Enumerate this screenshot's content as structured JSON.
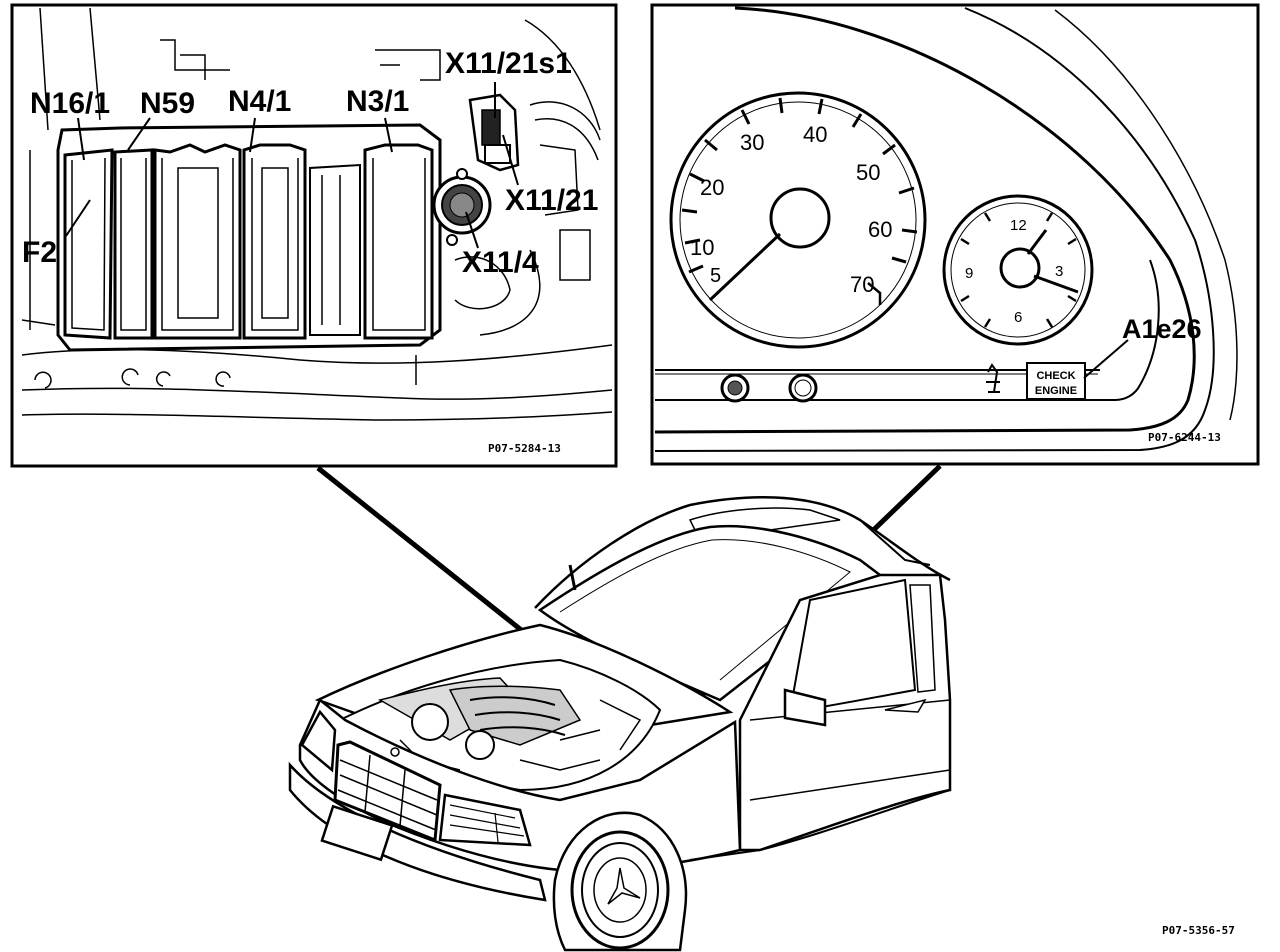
{
  "left_panel": {
    "labels": {
      "n16_1": "N16/1",
      "n59": "N59",
      "n4_1": "N4/1",
      "n3_1": "N3/1",
      "x11_21s1": "X11/21s1",
      "x11_21": "X11/21",
      "x11_4": "X11/4",
      "f2": "F2"
    },
    "ref_code": "P07-5284-13"
  },
  "right_panel": {
    "speedometer_numbers": [
      "5",
      "10",
      "20",
      "30",
      "40",
      "50",
      "60",
      "70"
    ],
    "clock_numbers": [
      "12",
      "3",
      "6",
      "9"
    ],
    "check_engine_line1": "CHECK",
    "check_engine_line2": "ENGINE",
    "a1e26": "A1e26",
    "ref_code": "P07-6244-13"
  },
  "main_ref_code": "P07-5356-57"
}
